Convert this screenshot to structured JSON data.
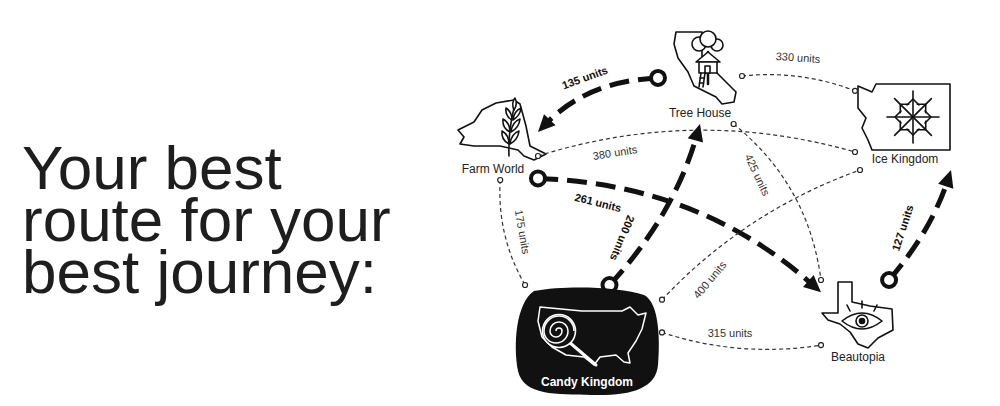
{
  "diagram": {
    "title": "Your best route for your best journey:",
    "nodes": [
      {
        "text": [
          "Tree House"
        ]
      },
      {
        "text": [
          "Farm World"
        ]
      },
      {
        "text": [
          "Ice Kingdom"
        ]
      },
      {
        "text": [
          "Candy Kingdom"
        ]
      },
      {
        "text": [
          "Beautopia"
        ]
      }
    ],
    "edges": [
      {
        "from": 0,
        "to": 1,
        "label": "135 units",
        "arrow": "to"
      },
      {
        "from": 0,
        "to": 2,
        "label": "330 units",
        "arrow": "none"
      },
      {
        "from": 1,
        "to": 2,
        "label": "380 units",
        "arrow": "none"
      },
      {
        "from": 0,
        "to": 4,
        "label": "425 units",
        "arrow": "none"
      },
      {
        "from": 1,
        "to": 3,
        "label": "175 units",
        "arrow": "none"
      },
      {
        "from": 1,
        "to": 4,
        "label": "261 units",
        "arrow": "to"
      },
      {
        "from": 3,
        "to": 0,
        "label": "200 units",
        "arrow": "to"
      },
      {
        "from": 3,
        "to": 2,
        "label": "400 units",
        "arrow": "none"
      },
      {
        "from": 3,
        "to": 4,
        "label": "315 units",
        "arrow": "none"
      },
      {
        "from": 4,
        "to": 2,
        "label": "127 units",
        "arrow": "to"
      }
    ]
  }
}
